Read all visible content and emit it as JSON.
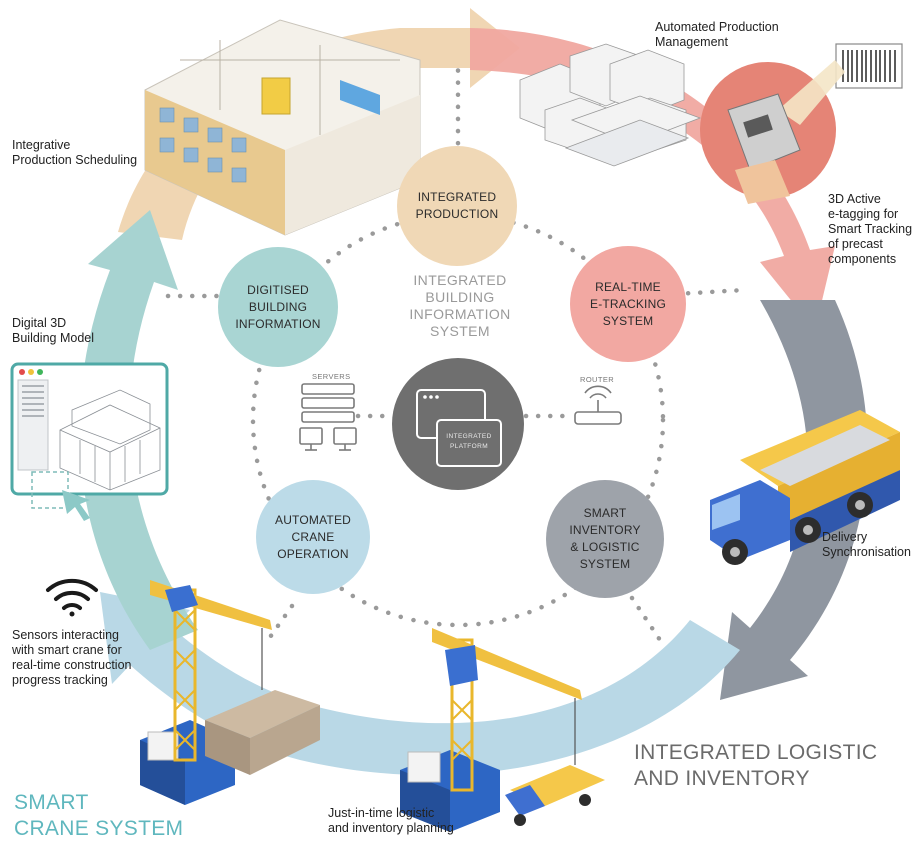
{
  "center": {
    "title": "INTEGRATED\nBUILDING\nINFORMATION\nSYSTEM",
    "platform": "INTEGRATED\nPLATFORM",
    "servers_label": "SERVERS",
    "router_label": "ROUTER"
  },
  "hubs": {
    "production": "INTEGRATED\nPRODUCTION",
    "digitised": "DIGITISED\nBUILDING\nINFORMATION",
    "etracking": "REAL-TIME\nE-TRACKING\nSYSTEM",
    "crane": "AUTOMATED\nCRANE\nOPERATION",
    "inventory": "SMART\nINVENTORY\n& LOGISTIC\nSYSTEM"
  },
  "labels": {
    "apm": "Automated Production\nManagement",
    "ips": "Integrative\nProduction Scheduling",
    "etag": "3D Active\ne-tagging for\nSmart Tracking\nof precast\ncomponents",
    "d3d": "Digital 3D\nBuilding Model",
    "delivery": "Delivery\nSynchronisation",
    "sensors": "Sensors interacting\nwith smart crane for\nreal-time construction\nprogress tracking",
    "jit": "Just-in-time logistic\nand inventory planning"
  },
  "section_titles": {
    "logistic": "INTEGRATED LOGISTIC\nAND INVENTORY",
    "crane": "SMART\nCRANE SYSTEM"
  },
  "colors": {
    "arrow_production": "#f0d6b3",
    "arrow_tracking": "#f0a8a0",
    "arrow_delivery": "#8f96a0",
    "arrow_crane": "#b9d8e6",
    "arrow_model": "#a7d3d1",
    "hub_production": "#f0d8b6",
    "hub_digitised": "#a9d5d3",
    "hub_etracking": "#f2a8a2",
    "hub_crane": "#bcdbe8",
    "hub_inventory": "#9ea3aa",
    "platform": "#6f6f6f",
    "teal_title": "#5fb7be",
    "grey_title": "#6b6b6b"
  }
}
